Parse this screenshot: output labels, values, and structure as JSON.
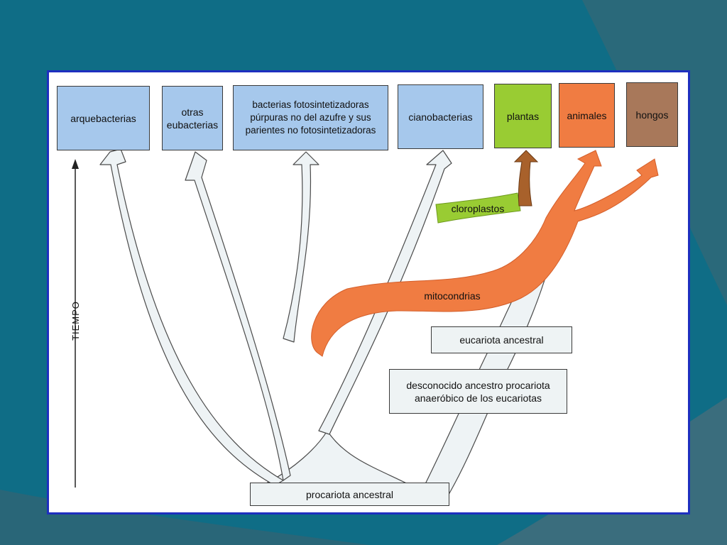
{
  "boxes": {
    "arquebacterias": "arquebacterias",
    "otras_eubacterias": "otras eubacterias",
    "bacterias_fotosintetizadoras": "bacterias fotosintetizadoras púrpuras no del azufre y sus parientes no fotosintetizadoras",
    "cianobacterias": "cianobacterias",
    "plantas": "plantas",
    "animales": "animales",
    "hongos": "hongos",
    "eucariota_ancestral": "eucariota ancestral",
    "desconocido_ancestro": "desconocido ancestro procariota anaeróbico de los eucariotas",
    "procariota_ancestral": "procariota ancestral"
  },
  "labels": {
    "cloroplastos": "cloroplastos",
    "mitocondrias": "mitocondrias",
    "tiempo": "TIEMPO"
  },
  "colors": {
    "background": "#0f6d86",
    "frame": "#1e2fbf",
    "prokaryote_box": "#a6c8ec",
    "plants": "#99cc33",
    "animals": "#f07c42",
    "fungi": "#a8785a",
    "mitochondria_stream": "#f07c42",
    "chloroplast_stream": "#99cc33",
    "lineage_branch": "#eef3f5"
  }
}
